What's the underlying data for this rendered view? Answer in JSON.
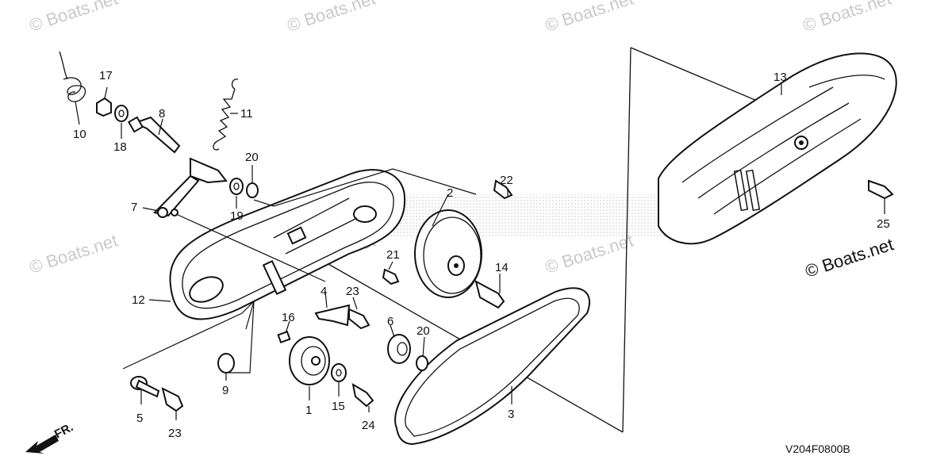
{
  "watermark": {
    "text": "© Boats.net",
    "corner_text": "© Boats.net"
  },
  "diagram_code": "V204F0800B",
  "direction_label": "FR.",
  "callouts": [
    {
      "id": "c1",
      "text": "1"
    },
    {
      "id": "c2",
      "text": "2"
    },
    {
      "id": "c3",
      "text": "3"
    },
    {
      "id": "c4",
      "text": "4"
    },
    {
      "id": "c5",
      "text": "5"
    },
    {
      "id": "c6",
      "text": "6"
    },
    {
      "id": "c7",
      "text": "7"
    },
    {
      "id": "c8",
      "text": "8"
    },
    {
      "id": "c9",
      "text": "9"
    },
    {
      "id": "c10",
      "text": "10"
    },
    {
      "id": "c11",
      "text": "11"
    },
    {
      "id": "c12",
      "text": "12"
    },
    {
      "id": "c13",
      "text": "13"
    },
    {
      "id": "c14",
      "text": "14"
    },
    {
      "id": "c15",
      "text": "15"
    },
    {
      "id": "c16",
      "text": "16"
    },
    {
      "id": "c17",
      "text": "17"
    },
    {
      "id": "c18",
      "text": "18"
    },
    {
      "id": "c19",
      "text": "19"
    },
    {
      "id": "c20a",
      "text": "20"
    },
    {
      "id": "c20b",
      "text": "20"
    },
    {
      "id": "c21",
      "text": "21"
    },
    {
      "id": "c22",
      "text": "22"
    },
    {
      "id": "c23a",
      "text": "23"
    },
    {
      "id": "c23b",
      "text": "23"
    },
    {
      "id": "c24",
      "text": "24"
    },
    {
      "id": "c25",
      "text": "25"
    }
  ],
  "colors": {
    "line": "#111111",
    "watermark": "#c9c9c9",
    "stipple": "#9a9a9a"
  }
}
